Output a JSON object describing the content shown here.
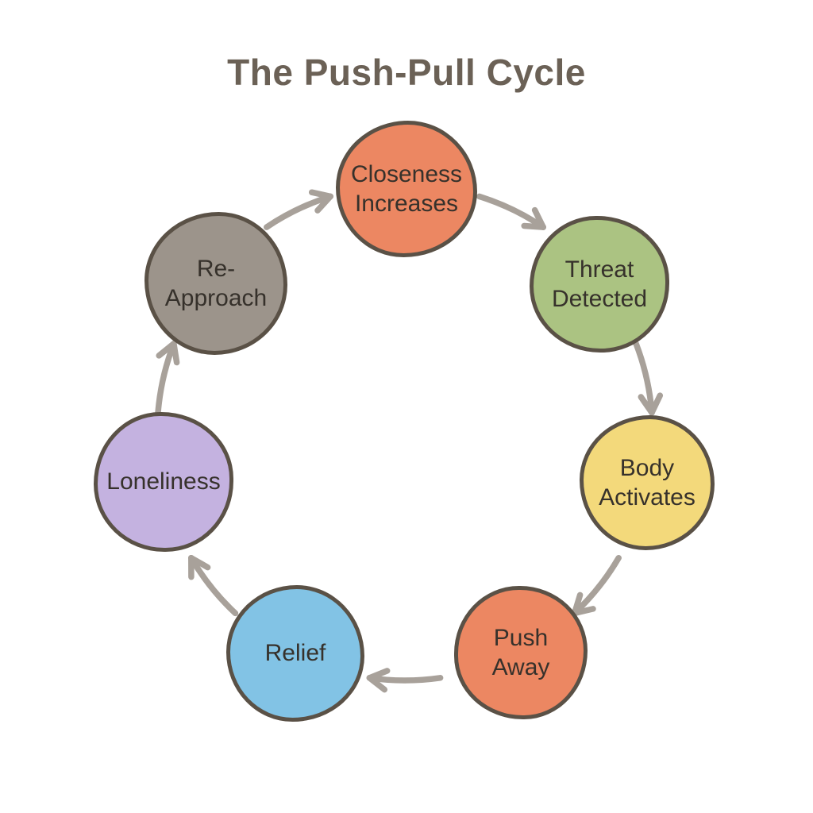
{
  "title": "The Push-Pull Cycle",
  "colors": {
    "background": "#ffffff",
    "title_text": "#6b6156",
    "node_outline": "#5a5146",
    "node_text": "#36312b",
    "arrow": "#a8a19a",
    "orange": "#ec8762",
    "green": "#abc382",
    "yellow": "#f3d97b",
    "blue": "#82c3e5",
    "purple": "#c4b2e0",
    "gray": "#9c948b"
  },
  "cycle": {
    "nodes": [
      {
        "id": "closeness-increases",
        "label": "Closeness\nIncreases",
        "fill": "#ec8762"
      },
      {
        "id": "threat-detected",
        "label": "Threat\nDetected",
        "fill": "#abc382"
      },
      {
        "id": "body-activates",
        "label": "Body\nActivates",
        "fill": "#f3d97b"
      },
      {
        "id": "push-away",
        "label": "Push\nAway",
        "fill": "#ec8762"
      },
      {
        "id": "relief",
        "label": "Relief",
        "fill": "#82c3e5"
      },
      {
        "id": "loneliness",
        "label": "Loneliness",
        "fill": "#c4b2e0"
      },
      {
        "id": "re-approach",
        "label": "Re-\nApproach",
        "fill": "#9c948b"
      }
    ],
    "edges": [
      {
        "from": "closeness-increases",
        "to": "threat-detected"
      },
      {
        "from": "threat-detected",
        "to": "body-activates"
      },
      {
        "from": "body-activates",
        "to": "push-away"
      },
      {
        "from": "push-away",
        "to": "relief"
      },
      {
        "from": "relief",
        "to": "loneliness"
      },
      {
        "from": "loneliness",
        "to": "re-approach"
      },
      {
        "from": "re-approach",
        "to": "closeness-increases"
      }
    ]
  }
}
